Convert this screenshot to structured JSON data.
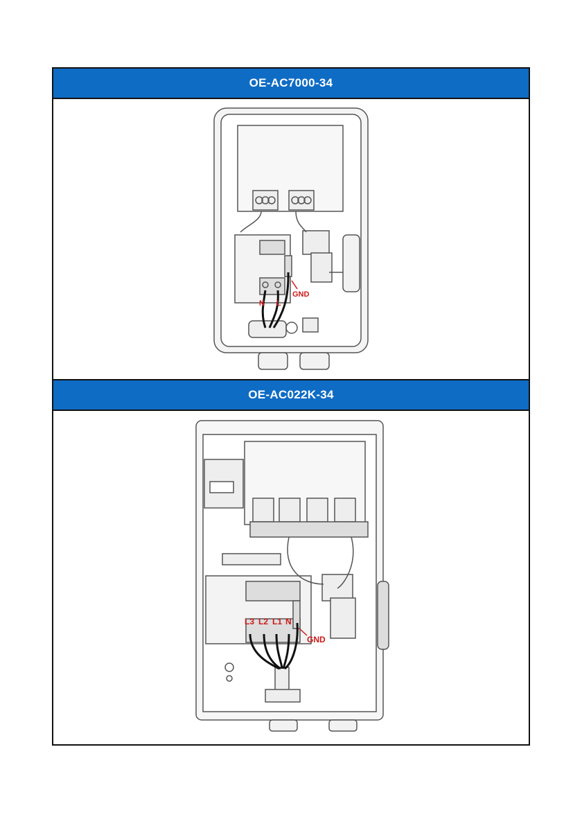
{
  "sections": [
    {
      "title": "OE-AC7000-34",
      "labels": {
        "n": "N",
        "l": "L",
        "gnd": "GND"
      }
    },
    {
      "title": "OE-AC022K-34",
      "labels": {
        "l3": "L3",
        "l2": "L2",
        "l1": "L1",
        "n": "N",
        "gnd": "GND"
      }
    }
  ],
  "colors": {
    "header_bg": "#0f6cc4",
    "header_text": "#ffffff",
    "label_red": "#d01818",
    "line": "#555555"
  }
}
